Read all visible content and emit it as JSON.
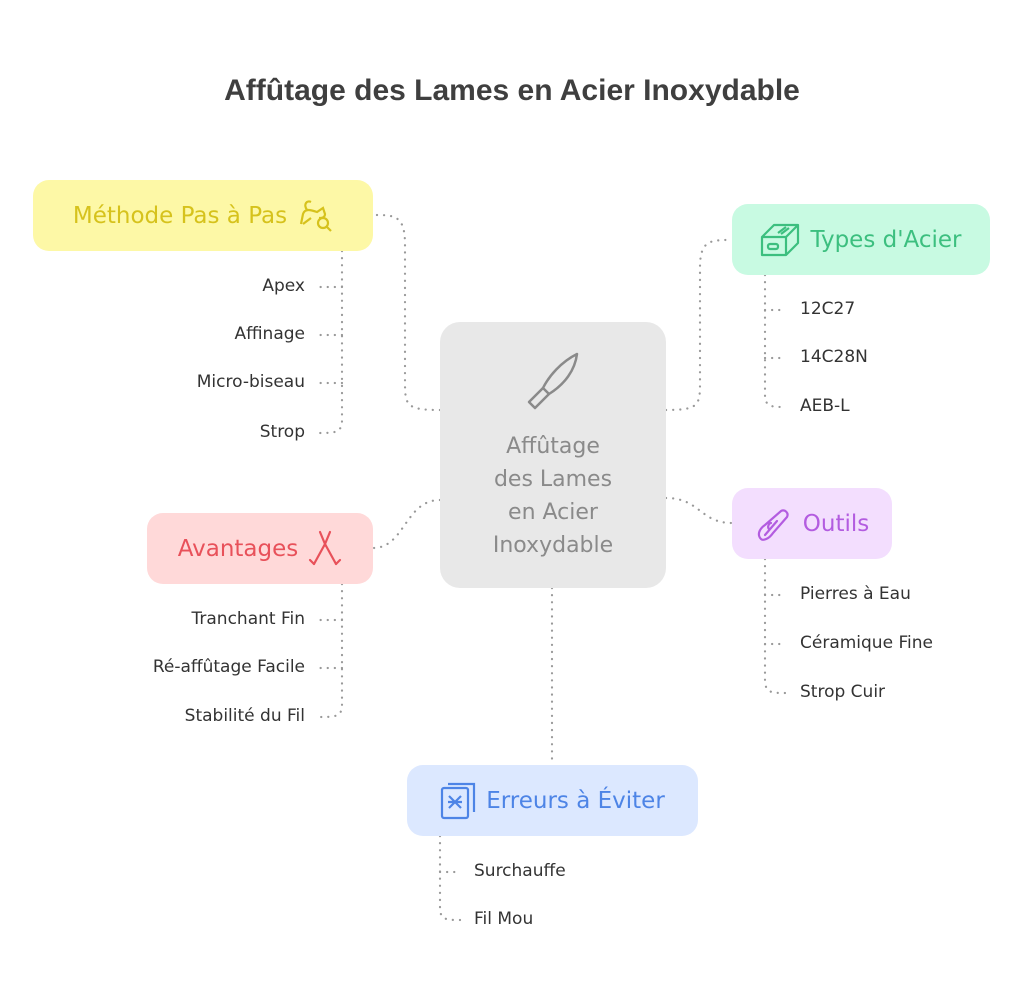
{
  "title": "Affûtage des Lames en Acier Inoxydable",
  "center": {
    "lines": [
      "Affûtage",
      "des Lames",
      "en Acier",
      "Inoxydable"
    ],
    "icon": "knife-icon"
  },
  "branches": {
    "methode": {
      "label": "Méthode Pas à Pas",
      "icon": "cat-search-icon",
      "color": "#d6c21c",
      "bg": "#fdf8a6",
      "items": [
        "Apex",
        "Affinage",
        "Micro-biseau",
        "Strop"
      ]
    },
    "types": {
      "label": "Types d'Acier",
      "icon": "steel-bar-icon",
      "color": "#3cbf7f",
      "bg": "#c8fae2",
      "items": [
        "12C27",
        "14C28N",
        "AEB-L"
      ]
    },
    "avantages": {
      "label": "Avantages",
      "icon": "pliers-icon",
      "color": "#e8515a",
      "bg": "#ffd9d9",
      "items": [
        "Tranchant Fin",
        "Ré-affûtage Facile",
        "Stabilité du Fil"
      ]
    },
    "outils": {
      "label": "Outils",
      "icon": "seam-ripper-icon",
      "color": "#b35ce0",
      "bg": "#f3defe",
      "items": [
        "Pierres à Eau",
        "Céramique Fine",
        "Strop Cuir"
      ]
    },
    "erreurs": {
      "label": "Erreurs à Éviter",
      "icon": "warning-document-icon",
      "color": "#4d84e6",
      "bg": "#dce8ff",
      "items": [
        "Surchauffe",
        "Fil Mou"
      ]
    }
  }
}
